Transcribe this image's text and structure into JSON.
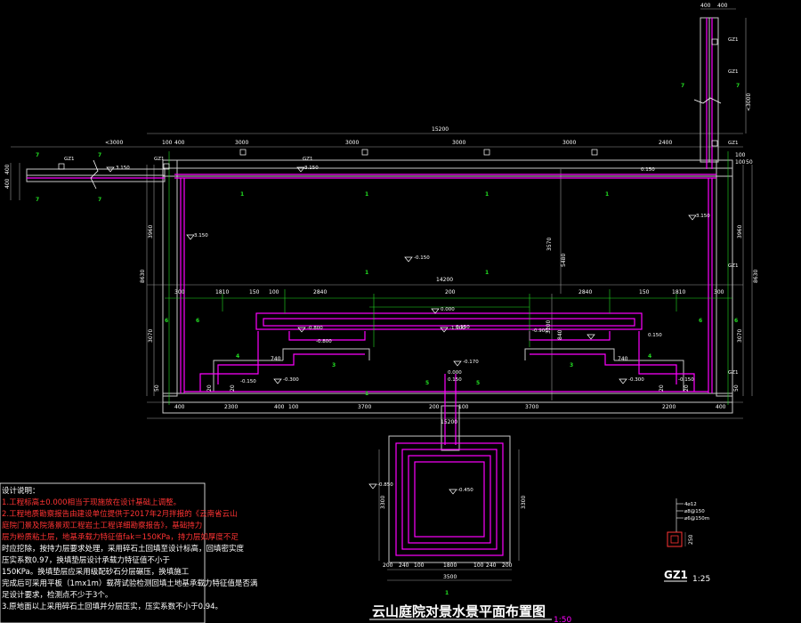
{
  "title": "云山庭院对景水景平面布置图",
  "title_scale": "1:50",
  "detail": {
    "label": "GZ1",
    "scale": "1:25",
    "rebar_1": "4⌀12",
    "rebar_2": "⌀8@150",
    "rebar_3": "⌀6@150m",
    "dim": "250"
  },
  "notes": {
    "heading": "设计说明：",
    "lines": [
      {
        "text": "1.工程标高±0.000相当于现施放在设计基础上调整。",
        "color": "red"
      },
      {
        "text": "2.工程地质勘察报告由建设单位提供于2017年2月拌报的《云南省云山",
        "color": "red"
      },
      {
        "text": "  庭院门景及院落景观工程岩土工程详细勘察报告》，基础持力",
        "color": "red"
      },
      {
        "text": "  层为粉质粘土层，地基承载力特征值fak＝150KPa，持力层如厚度不足",
        "color": "red"
      },
      {
        "text": "  时应挖除，按持力层要求处理，采用碎石土回填至设计标高，回填密实度",
        "color": "white"
      },
      {
        "text": "  压实系数0.97，换填垫层设计承载力特征值不小于",
        "color": "white"
      },
      {
        "text": "  150KPa。换填垫层应采用级配砂石分层碾压，换填施工",
        "color": "white"
      },
      {
        "text": "  完成后可采用平板（1mx1m）载荷试验检测回填土地基承载力特征值是否满",
        "color": "white"
      },
      {
        "text": "  足设计要求，检测点不少于3个。",
        "color": "white"
      },
      {
        "text": "3.原地面以上采用碎石土回填并分层压实，压实系数不小于0.94。",
        "color": "white"
      }
    ]
  },
  "dims": {
    "top_total": "15200",
    "top": [
      "<3000",
      "100",
      "400",
      "3000",
      "3000",
      "3000",
      "3000",
      "2400",
      "100",
      "100",
      "50"
    ],
    "right_top": [
      "400",
      "400",
      "<3000"
    ],
    "left_small": [
      "400",
      "400"
    ],
    "left_vertical": [
      "8630",
      "3960",
      "3070"
    ],
    "right_vertical": [
      "3960",
      "8630",
      "3070"
    ],
    "center_vertical": [
      "3570",
      "5480",
      "840",
      "3200"
    ],
    "mid_total": "14200",
    "mid": [
      "300",
      "1810",
      "150",
      "100",
      "2840",
      "200",
      "2840",
      "150",
      "1810",
      "300"
    ],
    "small": [
      "740",
      "740",
      "20",
      "20",
      "20",
      "20",
      "50",
      "50"
    ],
    "bottom_total": "15200",
    "bottom": [
      "400",
      "2300",
      "400",
      "100",
      "3700",
      "200",
      "100",
      "3700",
      "2200",
      "400"
    ],
    "pool": [
      "200",
      "240",
      "100",
      "1800",
      "100",
      "240",
      "200"
    ],
    "pool_total": "3500",
    "pool_side": [
      "3300",
      "3300"
    ]
  },
  "levels": [
    "3.150",
    "3.150",
    "3.150",
    "3.150",
    "-0.150",
    "0.000",
    "-0.800",
    "-0.800",
    "-1.000",
    "-0.900",
    "0.150",
    "-0.170",
    "0.000",
    "0.150",
    "-0.150",
    "-0.300",
    "-0.300",
    "-0.150",
    "-0.850",
    "-0.450",
    "0.150",
    "0.150"
  ],
  "sections": [
    "7",
    "7",
    "7",
    "7",
    "7",
    "7",
    "1",
    "1",
    "1",
    "1",
    "1",
    "1",
    "1",
    "5",
    "5",
    "6",
    "6",
    "6",
    "6",
    "4",
    "4",
    "3",
    "3",
    "1"
  ],
  "column_labels": [
    "GZ1",
    "GZ1",
    "GZ1",
    "GZ1",
    "GZ1",
    "GZ1",
    "GZ1",
    "GZ1"
  ],
  "colors": {
    "grey": "#c8c8c8",
    "magenta": "#ff00ff",
    "green": "#22dd22",
    "dim": "#9a9a9a",
    "red": "#ff3333",
    "blue": "#4466ff",
    "white": "#ffffff"
  }
}
